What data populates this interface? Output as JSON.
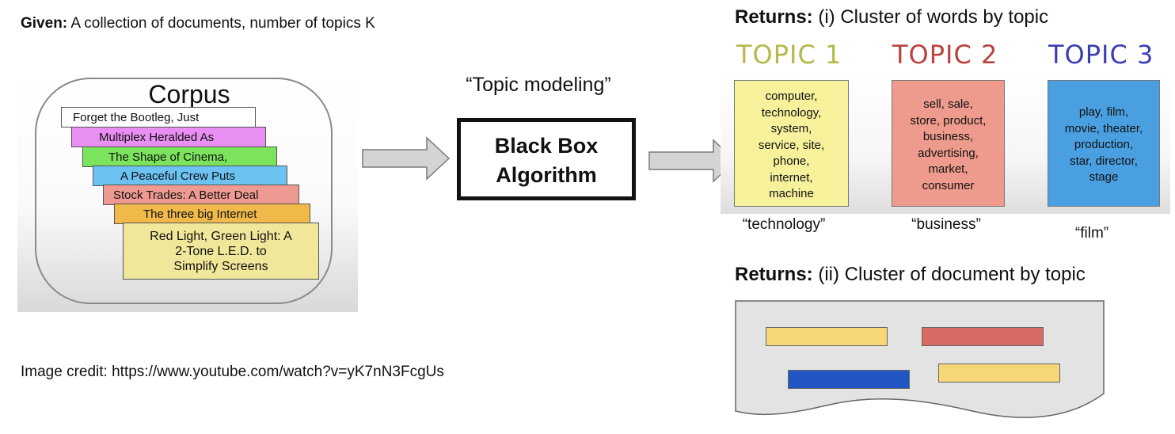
{
  "given": {
    "label": "Given:",
    "text": "A collection of documents, number of topics K"
  },
  "corpus": {
    "title": "Corpus",
    "documents": [
      {
        "title": "Forget the Bootleg, Just",
        "color": "#ffffff"
      },
      {
        "title": "Multiplex Heralded As",
        "color": "#e98ef2"
      },
      {
        "title": "The Shape of Cinema,",
        "color": "#7ce35c"
      },
      {
        "title": "A Peaceful Crew Puts",
        "color": "#6cc3f2"
      },
      {
        "title": "Stock Trades: A Better Deal",
        "color": "#ee9a93"
      },
      {
        "title": "The three big Internet",
        "color": "#f0b94a"
      }
    ],
    "last_document": {
      "line1": "Red Light, Green Light: A",
      "line2": "2-Tone L.E.D. to",
      "line3": "Simplify Screens"
    }
  },
  "process": {
    "label": "“Topic modeling”",
    "box_line1": "Black Box",
    "box_line2": "Algorithm"
  },
  "returns_words": {
    "label": "Returns:",
    "text": "(i) Cluster of words by topic",
    "topics": [
      {
        "heading": "TOPIC 1",
        "heading_color": "#b5b84a",
        "box_color": "#f6f19a",
        "words": [
          "computer,",
          "technology,",
          "system,",
          "service, site,",
          "phone,",
          "internet,",
          "machine"
        ],
        "label": "“technology”"
      },
      {
        "heading": "TOPIC 2",
        "heading_color": "#b8433f",
        "box_color": "#ee9b8d",
        "words": [
          "sell, sale,",
          "store, product,",
          "business,",
          "advertising,",
          "market,",
          "consumer"
        ],
        "label": "“business”"
      },
      {
        "heading": "TOPIC 3",
        "heading_color": "#3d3fb0",
        "box_color": "#4a9fe0",
        "words": [
          "play, film,",
          "movie, theater,",
          "production,",
          "star, director,",
          "stage"
        ],
        "label": "“film”"
      }
    ]
  },
  "returns_docs": {
    "label": "Returns:",
    "text": "(ii) Cluster of document by topic",
    "bar_colors": [
      "#f6d677",
      "#d86a66",
      "#2255c4",
      "#f6d677"
    ]
  },
  "credit": {
    "text": "Image credit: https://www.youtube.com/watch?v=yK7nN3FcgUs"
  }
}
